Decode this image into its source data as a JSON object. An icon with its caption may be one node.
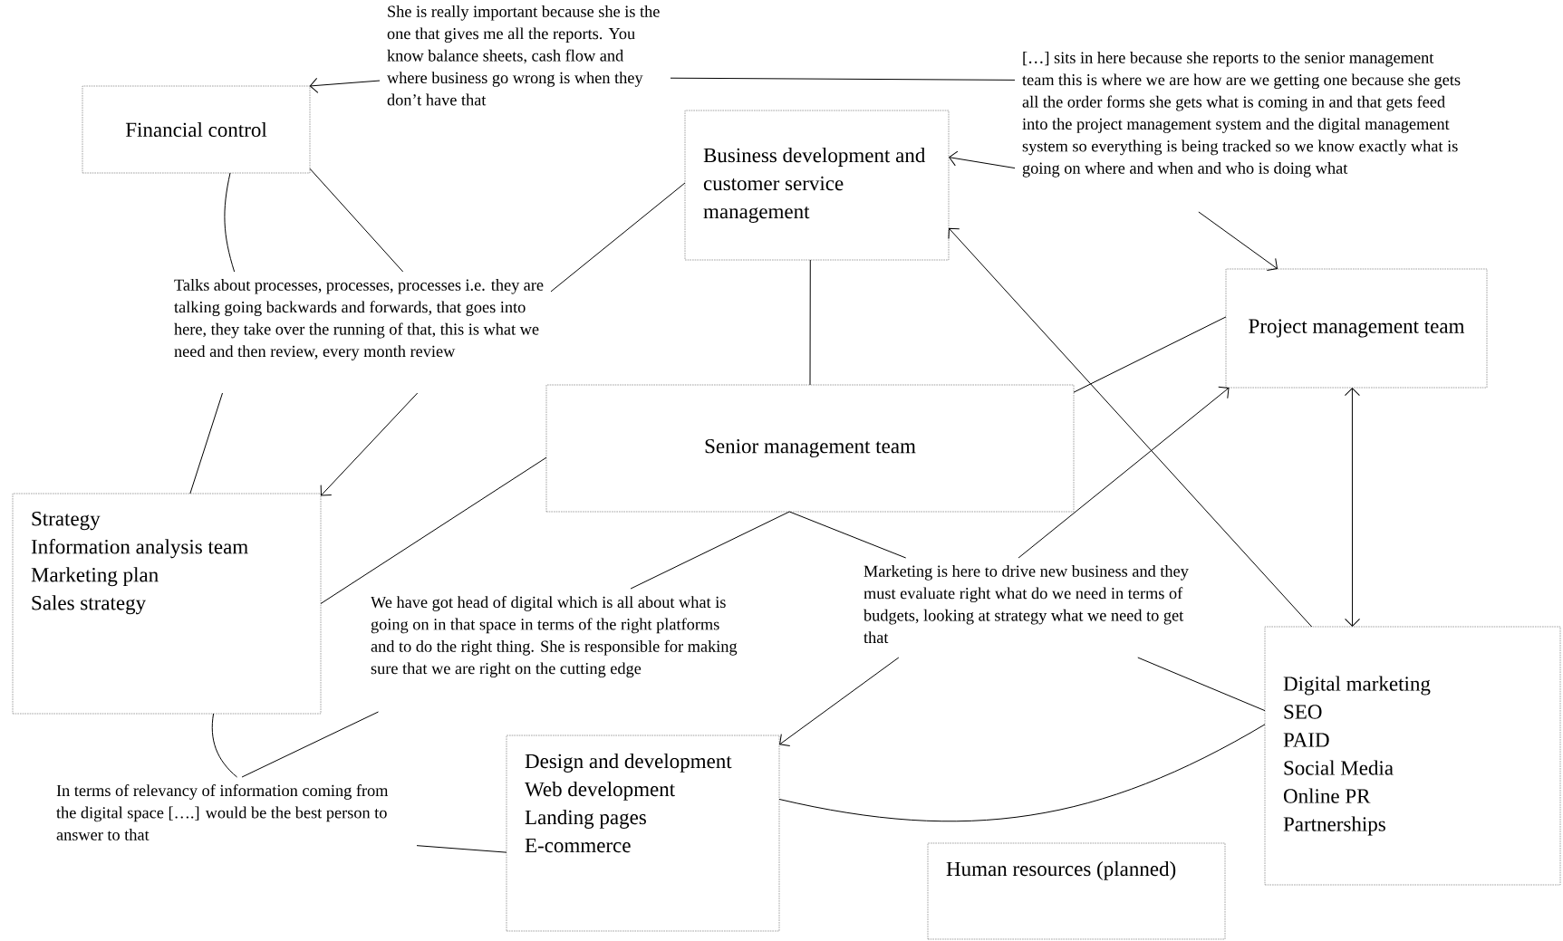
{
  "diagram": {
    "nodes": [
      {
        "text": [
          "Financial control"
        ]
      },
      {
        "text": [
          "Business development and customer service management"
        ]
      },
      {
        "text": [
          "Project management team"
        ]
      },
      {
        "text": [
          "Senior management team"
        ]
      },
      {
        "text": [
          "Strategy",
          "Information analysis team",
          "Marketing plan",
          "Sales strategy"
        ]
      },
      {
        "text": [
          "Design and development",
          "Web development",
          "Landing pages",
          "E-commerce"
        ]
      },
      {
        "text": [
          "Digital marketing",
          "SEO",
          "PAID",
          "Social Media",
          "Online PR",
          "Partnerships"
        ]
      },
      {
        "text": [
          "Human resources (planned)"
        ]
      },
      {
        "text": [
          "She is really important because she is the one that gives me all the reports. You know balance sheets, cash flow and where business go wrong is when they don’t have that"
        ]
      },
      {
        "text": [
          "[…] sits in here because she reports to the senior management team this is where we are how are we getting one because she gets all the order forms she gets what is coming in and that gets feed into the project management system and the digital management system so everything is being tracked so we know exactly what is going on where and when and who is doing what"
        ]
      },
      {
        "text": [
          "Talks about processes, processes, processes i.e. they are talking going backwards and forwards, that goes into here, they take over the running of that, this is what we need and then review, every month review"
        ]
      },
      {
        "text": [
          "We have got head of digital which is all about what is going on in that space in terms of the right platforms and to do the right thing. She is responsible for making sure that we are right on the cutting edge"
        ]
      },
      {
        "text": [
          "Marketing is here to drive new business and they must evaluate right what do we need in terms of budgets, looking at strategy what we need to get that"
        ]
      },
      {
        "text": [
          "In terms of relevancy of information coming from the digital space [….] would be the best person to answer to that"
        ]
      }
    ],
    "edges": [
      {
        "from": 8,
        "to": 0,
        "arrow": "to"
      },
      {
        "from": 9,
        "to": 8,
        "arrow": "none"
      },
      {
        "from": 9,
        "to": 1,
        "arrow": "to"
      },
      {
        "from": 9,
        "to": 2,
        "arrow": "to"
      },
      {
        "from": 0,
        "to": 10,
        "arrow": "none"
      },
      {
        "from": 0,
        "to": 10,
        "arrow": "none"
      },
      {
        "from": 10,
        "to": 4,
        "arrow": "none"
      },
      {
        "from": 10,
        "to": 4,
        "arrow": "to"
      },
      {
        "from": 1,
        "to": 10,
        "arrow": "none"
      },
      {
        "from": 1,
        "to": 3,
        "arrow": "none"
      },
      {
        "from": 3,
        "to": 4,
        "arrow": "none"
      },
      {
        "from": 3,
        "to": 2,
        "arrow": "none"
      },
      {
        "from": 3,
        "to": 11,
        "arrow": "none"
      },
      {
        "from": 3,
        "to": 12,
        "arrow": "none"
      },
      {
        "from": 12,
        "to": 2,
        "arrow": "to"
      },
      {
        "from": 6,
        "to": 1,
        "arrow": "to"
      },
      {
        "from": 2,
        "to": 6,
        "arrow": "both"
      },
      {
        "from": 12,
        "to": 5,
        "arrow": "to"
      },
      {
        "from": 12,
        "to": 6,
        "arrow": "none"
      },
      {
        "from": 6,
        "to": 5,
        "arrow": "none"
      },
      {
        "from": 4,
        "to": 13,
        "arrow": "none"
      },
      {
        "from": 11,
        "to": 13,
        "arrow": "none"
      },
      {
        "from": 13,
        "to": 5,
        "arrow": "none"
      }
    ]
  }
}
